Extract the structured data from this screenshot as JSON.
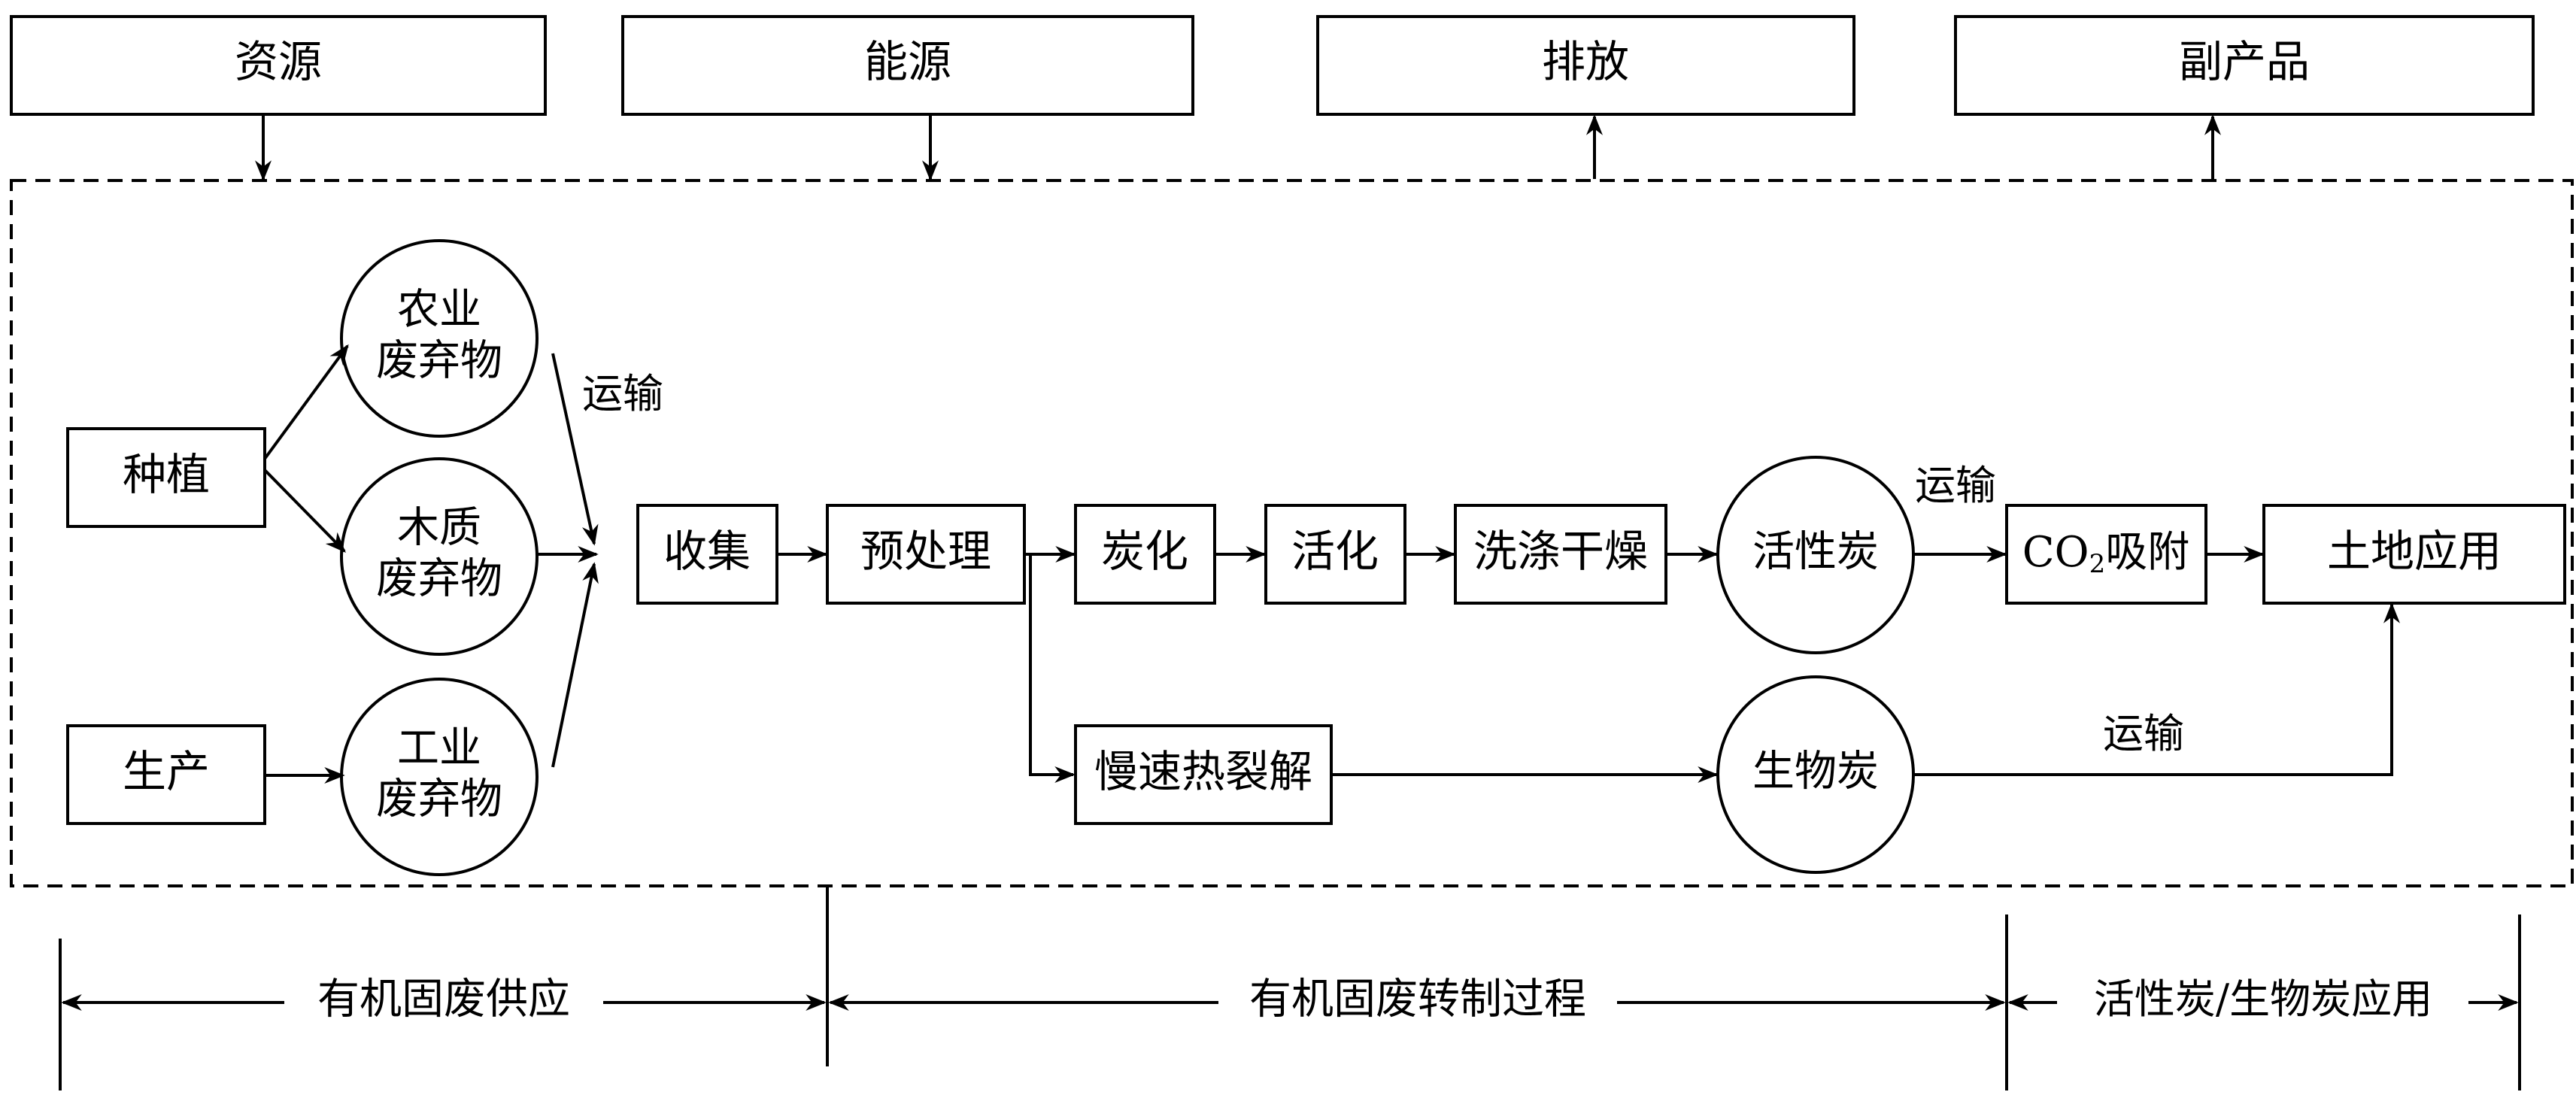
{
  "top_boxes": {
    "resource": "资源",
    "energy": "能源",
    "emission": "排放",
    "byproduct": "副产品"
  },
  "nodes": {
    "planting": "种植",
    "production": "生产",
    "agri_waste": [
      "农业",
      "废弃物"
    ],
    "wood_waste": [
      "木质",
      "废弃物"
    ],
    "industrial_waste": [
      "工业",
      "废弃物"
    ],
    "collect": "收集",
    "pretreat": "预处理",
    "carbonize": "炭化",
    "activate": "活化",
    "wash_dry": "洗涤干燥",
    "activated_carbon": "活性炭",
    "co2_prefix": "CO",
    "co2_sub": "2",
    "co2_suffix": "吸附",
    "land_use": "土地应用",
    "slow_pyrolysis": "慢速热裂解",
    "biochar": "生物炭"
  },
  "edge_labels": {
    "transport_1": "运输",
    "transport_2": "运输",
    "transport_3": "运输"
  },
  "phases": {
    "supply": "有机固废供应",
    "conversion": "有机固废转制过程",
    "application": "活性炭/生物炭应用"
  }
}
